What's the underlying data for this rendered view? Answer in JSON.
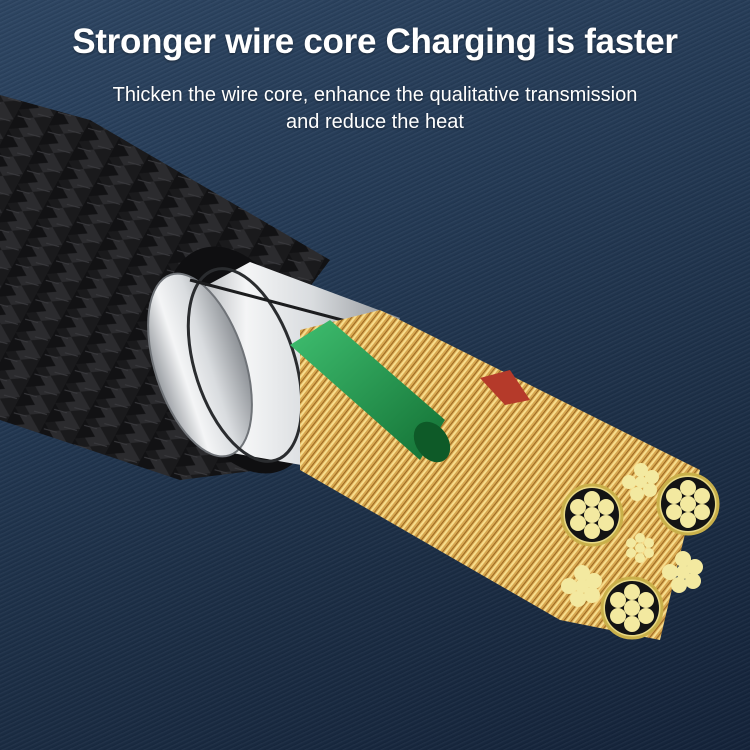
{
  "banner": {
    "headline": "Stronger wire core Charging is faster",
    "subline_1": "Thicken the wire core, enhance the qualitative transmission",
    "subline_2": "and reduce the heat"
  },
  "illustration": {
    "subject": "braided-cable-cross-section",
    "colors": {
      "background": "#243a55",
      "braid": "#1c1c1e",
      "metal_sleeve": "#e4e6e8",
      "green_insulation": "#1f8c45",
      "red_insulation": "#b53a2a",
      "copper_strands": "#e0b45a",
      "strand_ends": "#f2e79a"
    }
  }
}
